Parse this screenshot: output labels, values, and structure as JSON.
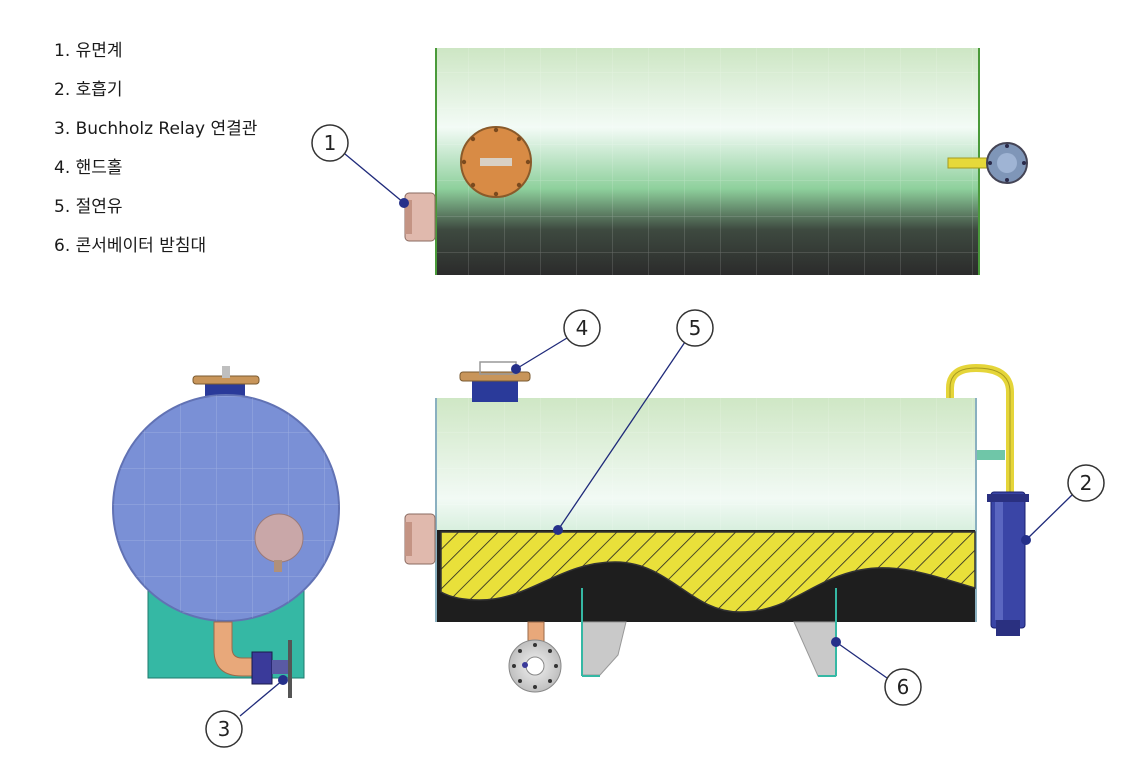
{
  "legend": [
    {
      "id": "1",
      "text": "1. 유면계"
    },
    {
      "id": "2",
      "text": "2. 호흡기"
    },
    {
      "id": "3",
      "text": "3. Buchholz Relay 연결관"
    },
    {
      "id": "4",
      "text": "4. 핸드홀"
    },
    {
      "id": "5",
      "text": "5. 절연유"
    },
    {
      "id": "6",
      "text": "6. 콘서베이터 받침대"
    }
  ],
  "callouts": [
    "1",
    "2",
    "3",
    "4",
    "5",
    "6"
  ],
  "colors": {
    "tank_top_green": "#cfe6c6",
    "tank_light": "#f2faf5",
    "tank_dark": "#2c2c2c",
    "end_disc": "#7a90d6",
    "support": "#35b8a4",
    "insulating_oil": "#e9e03a",
    "hand_hole": "#d88b45",
    "breather": "#3a45a6",
    "pipe": "#e8c6a0",
    "leader": "#1f2a7a"
  }
}
